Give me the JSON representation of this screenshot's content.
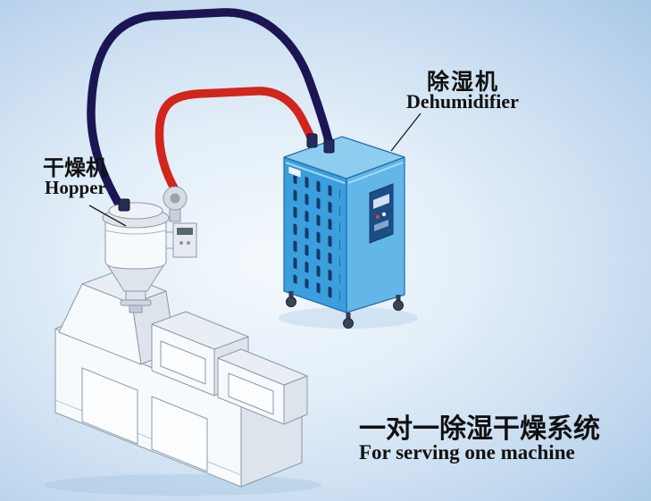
{
  "labels": {
    "hopper_cn": "干燥机",
    "hopper_en": "Hopper",
    "dehumidifier_cn": "除湿机",
    "dehumidifier_en": "Dehumidifier",
    "title_cn": "一对一除湿干燥系统",
    "title_en": "For serving one machine"
  },
  "colors": {
    "pipe_return": "#1b1653",
    "pipe_supply": "#d2251c",
    "cabinet_front": "#3a9fdc",
    "cabinet_side": "#62b7e8",
    "cabinet_top": "#8ecdf0",
    "cabinet_edge": "#1f6fae",
    "louver_slot": "#15396b",
    "machine_face": "#f7fafc",
    "machine_top": "#e9eef4",
    "machine_side": "#dde4ec",
    "machine_outline": "#8c99a8",
    "background_center": "#f4f9fd",
    "background_edge": "#a9c9e6",
    "text": "#111111"
  }
}
